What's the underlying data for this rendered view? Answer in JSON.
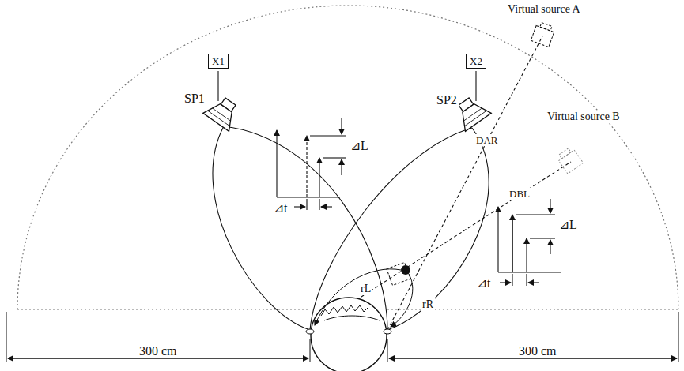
{
  "diagram": {
    "nodes": [
      {
        "text": [
          "X1"
        ]
      },
      {
        "text": [
          "X2"
        ]
      }
    ],
    "labels": [
      "Virtual source A",
      "Virtual source B",
      "SP1",
      "SP2",
      "⊿L",
      "⊿t",
      "DAR",
      "⊿L",
      "⊿t",
      "DBL",
      "rL",
      "rR",
      "300 cm",
      "300 cm"
    ]
  }
}
